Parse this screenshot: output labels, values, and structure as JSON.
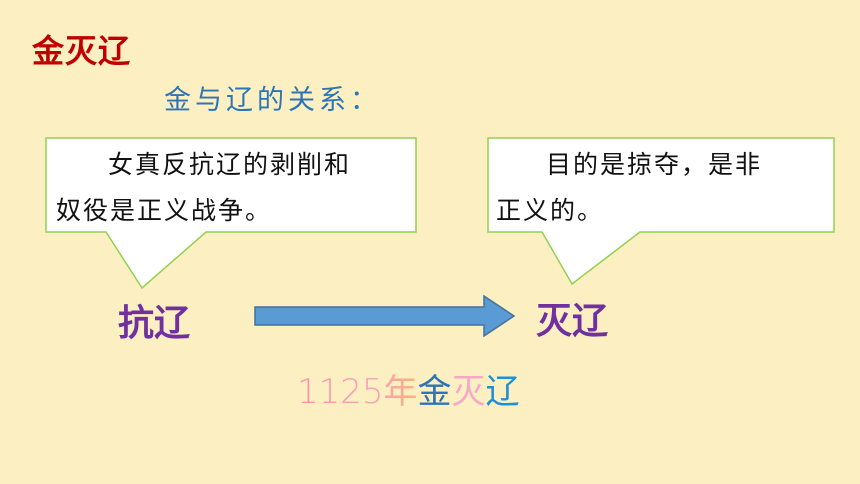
{
  "header": {
    "title": "金灭辽",
    "subtitle": "金与辽的关系："
  },
  "bubbles": {
    "left_line1": "女真反抗辽的剥削和",
    "left_line2": "奴役是正义战争。",
    "right_line1": "目的是掠夺，是非",
    "right_line2": "正义的。"
  },
  "labels": {
    "left": "抗辽",
    "right": "灭辽"
  },
  "conclusion": {
    "year": "1125年",
    "char1": "金",
    "char2": "灭",
    "char3": "辽"
  },
  "colors": {
    "background": "#fcefc2",
    "title": "#c00000",
    "subtitle": "#2e75b6",
    "label": "#7030a0",
    "bubble_fill": "#ffffff",
    "bubble_stroke": "#92d050",
    "arrow": "#5b9bd5"
  }
}
